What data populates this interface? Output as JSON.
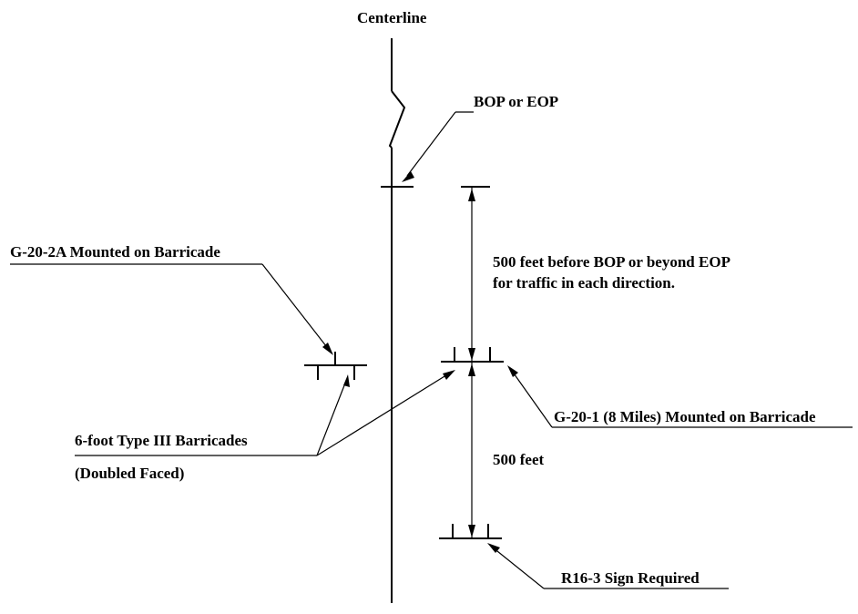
{
  "labels": {
    "centerline": "Centerline",
    "bop_eop": "BOP or EOP",
    "g20_2a": "G-20-2A Mounted on Barricade",
    "distance_500_line1": "500 feet before BOP or beyond EOP",
    "distance_500_line2": "for traffic in each direction.",
    "g20_1": "G-20-1 (8 Miles) Mounted on Barricade",
    "barricades_line1": "6-foot Type III Barricades",
    "barricades_line2": "(Doubled Faced)",
    "distance_500": "500 feet",
    "r16_3": "R16-3 Sign Required"
  },
  "colors": {
    "line": "#000000",
    "background": "#ffffff"
  }
}
